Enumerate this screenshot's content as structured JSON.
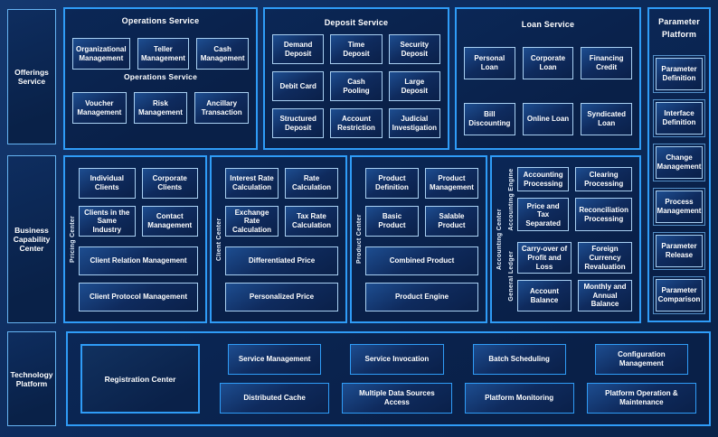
{
  "palette": {
    "background": "#0d2c5e",
    "section_fill": "#092048",
    "section_border": "#2f9cf7",
    "box_border": "#a9d0f2",
    "text": "#ffffff"
  },
  "rail": [
    "Offerings Service",
    "Business Capability Center",
    "Technology Platform"
  ],
  "ops": {
    "title": "Operations Service",
    "subtitle": "Operations Service",
    "cells": [
      "Organizational Management",
      "Teller Management",
      "Cash Management",
      "Voucher Management",
      "Risk Management",
      "Ancillary Transaction"
    ]
  },
  "deposit": {
    "title": "Deposit Service",
    "cells": [
      "Demand Deposit",
      "Time Deposit",
      "Security Deposit",
      "Debit Card",
      "Cash Pooling",
      "Large Deposit",
      "Structured Deposit",
      "Account Restriction",
      "Judicial Investigation"
    ]
  },
  "loan": {
    "title": "Loan Service",
    "cells": [
      "Personal Loan",
      "Corporate Loan",
      "Financing Credit",
      "Bill Discounting",
      "Online Loan",
      "Syndicated Loan"
    ]
  },
  "param": {
    "title": "Parameter Platform",
    "cells": [
      "Parameter Definition",
      "Interface Definition",
      "Change Management",
      "Process Management",
      "Parameter Release",
      "Parameter Comparison"
    ]
  },
  "pricing": {
    "label": "Pricing Center",
    "cells": [
      "Individual Clients",
      "Corporate Clients",
      "Clients in the Same Industry",
      "Contact Management"
    ],
    "wide": [
      "Client Relation Management",
      "Client Protocol Management"
    ]
  },
  "client": {
    "label": "Client Center",
    "cells": [
      "Interest Rate Calculation",
      "Rate Calculation",
      "Exchange Rate Calculation",
      "Tax Rate Calculation"
    ],
    "wide": [
      "Differentiated Price",
      "Personalized Price"
    ]
  },
  "product": {
    "label": "Product Center",
    "cells": [
      "Product Definition",
      "Product Management",
      "Basic Product",
      "Salable Product"
    ],
    "wide": [
      "Combined Product",
      "Product Engine"
    ]
  },
  "acct": {
    "label": "Accounting Center",
    "engine": {
      "label": "Accounting Engine",
      "cells": [
        "Accounting Processing",
        "Clearing Processing",
        "Price and Tax Separated",
        "Reconciliation Processing"
      ]
    },
    "ledger": {
      "label": "General Ledger",
      "cells": [
        "Carry-over of Profit and Loss",
        "Foreign Currency Revaluation",
        "Account Balance",
        "Monthly and Annual Balance"
      ]
    }
  },
  "tech": {
    "registration": "Registration Center",
    "row1": [
      "Service Management",
      "Service Invocation",
      "Batch Scheduling",
      "Configuration Management"
    ],
    "row2": [
      "Distributed Cache",
      "Multiple Data Sources Access",
      "Platform Monitoring",
      "Platform Operation & Maintenance"
    ]
  }
}
